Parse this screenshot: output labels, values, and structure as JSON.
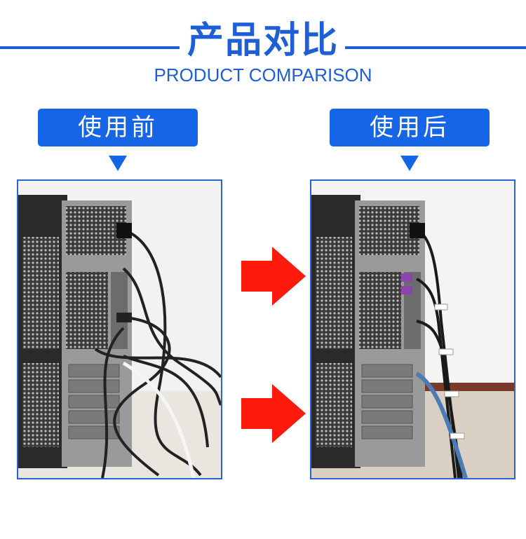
{
  "header": {
    "title_cn": "产品对比",
    "title_en": "PRODUCT COMPARISON"
  },
  "panels": {
    "before": {
      "label": "使用前"
    },
    "after": {
      "label": "使用后"
    }
  },
  "colors": {
    "brand_blue": "#1565e6",
    "arrow_red": "#ff1a0d"
  }
}
